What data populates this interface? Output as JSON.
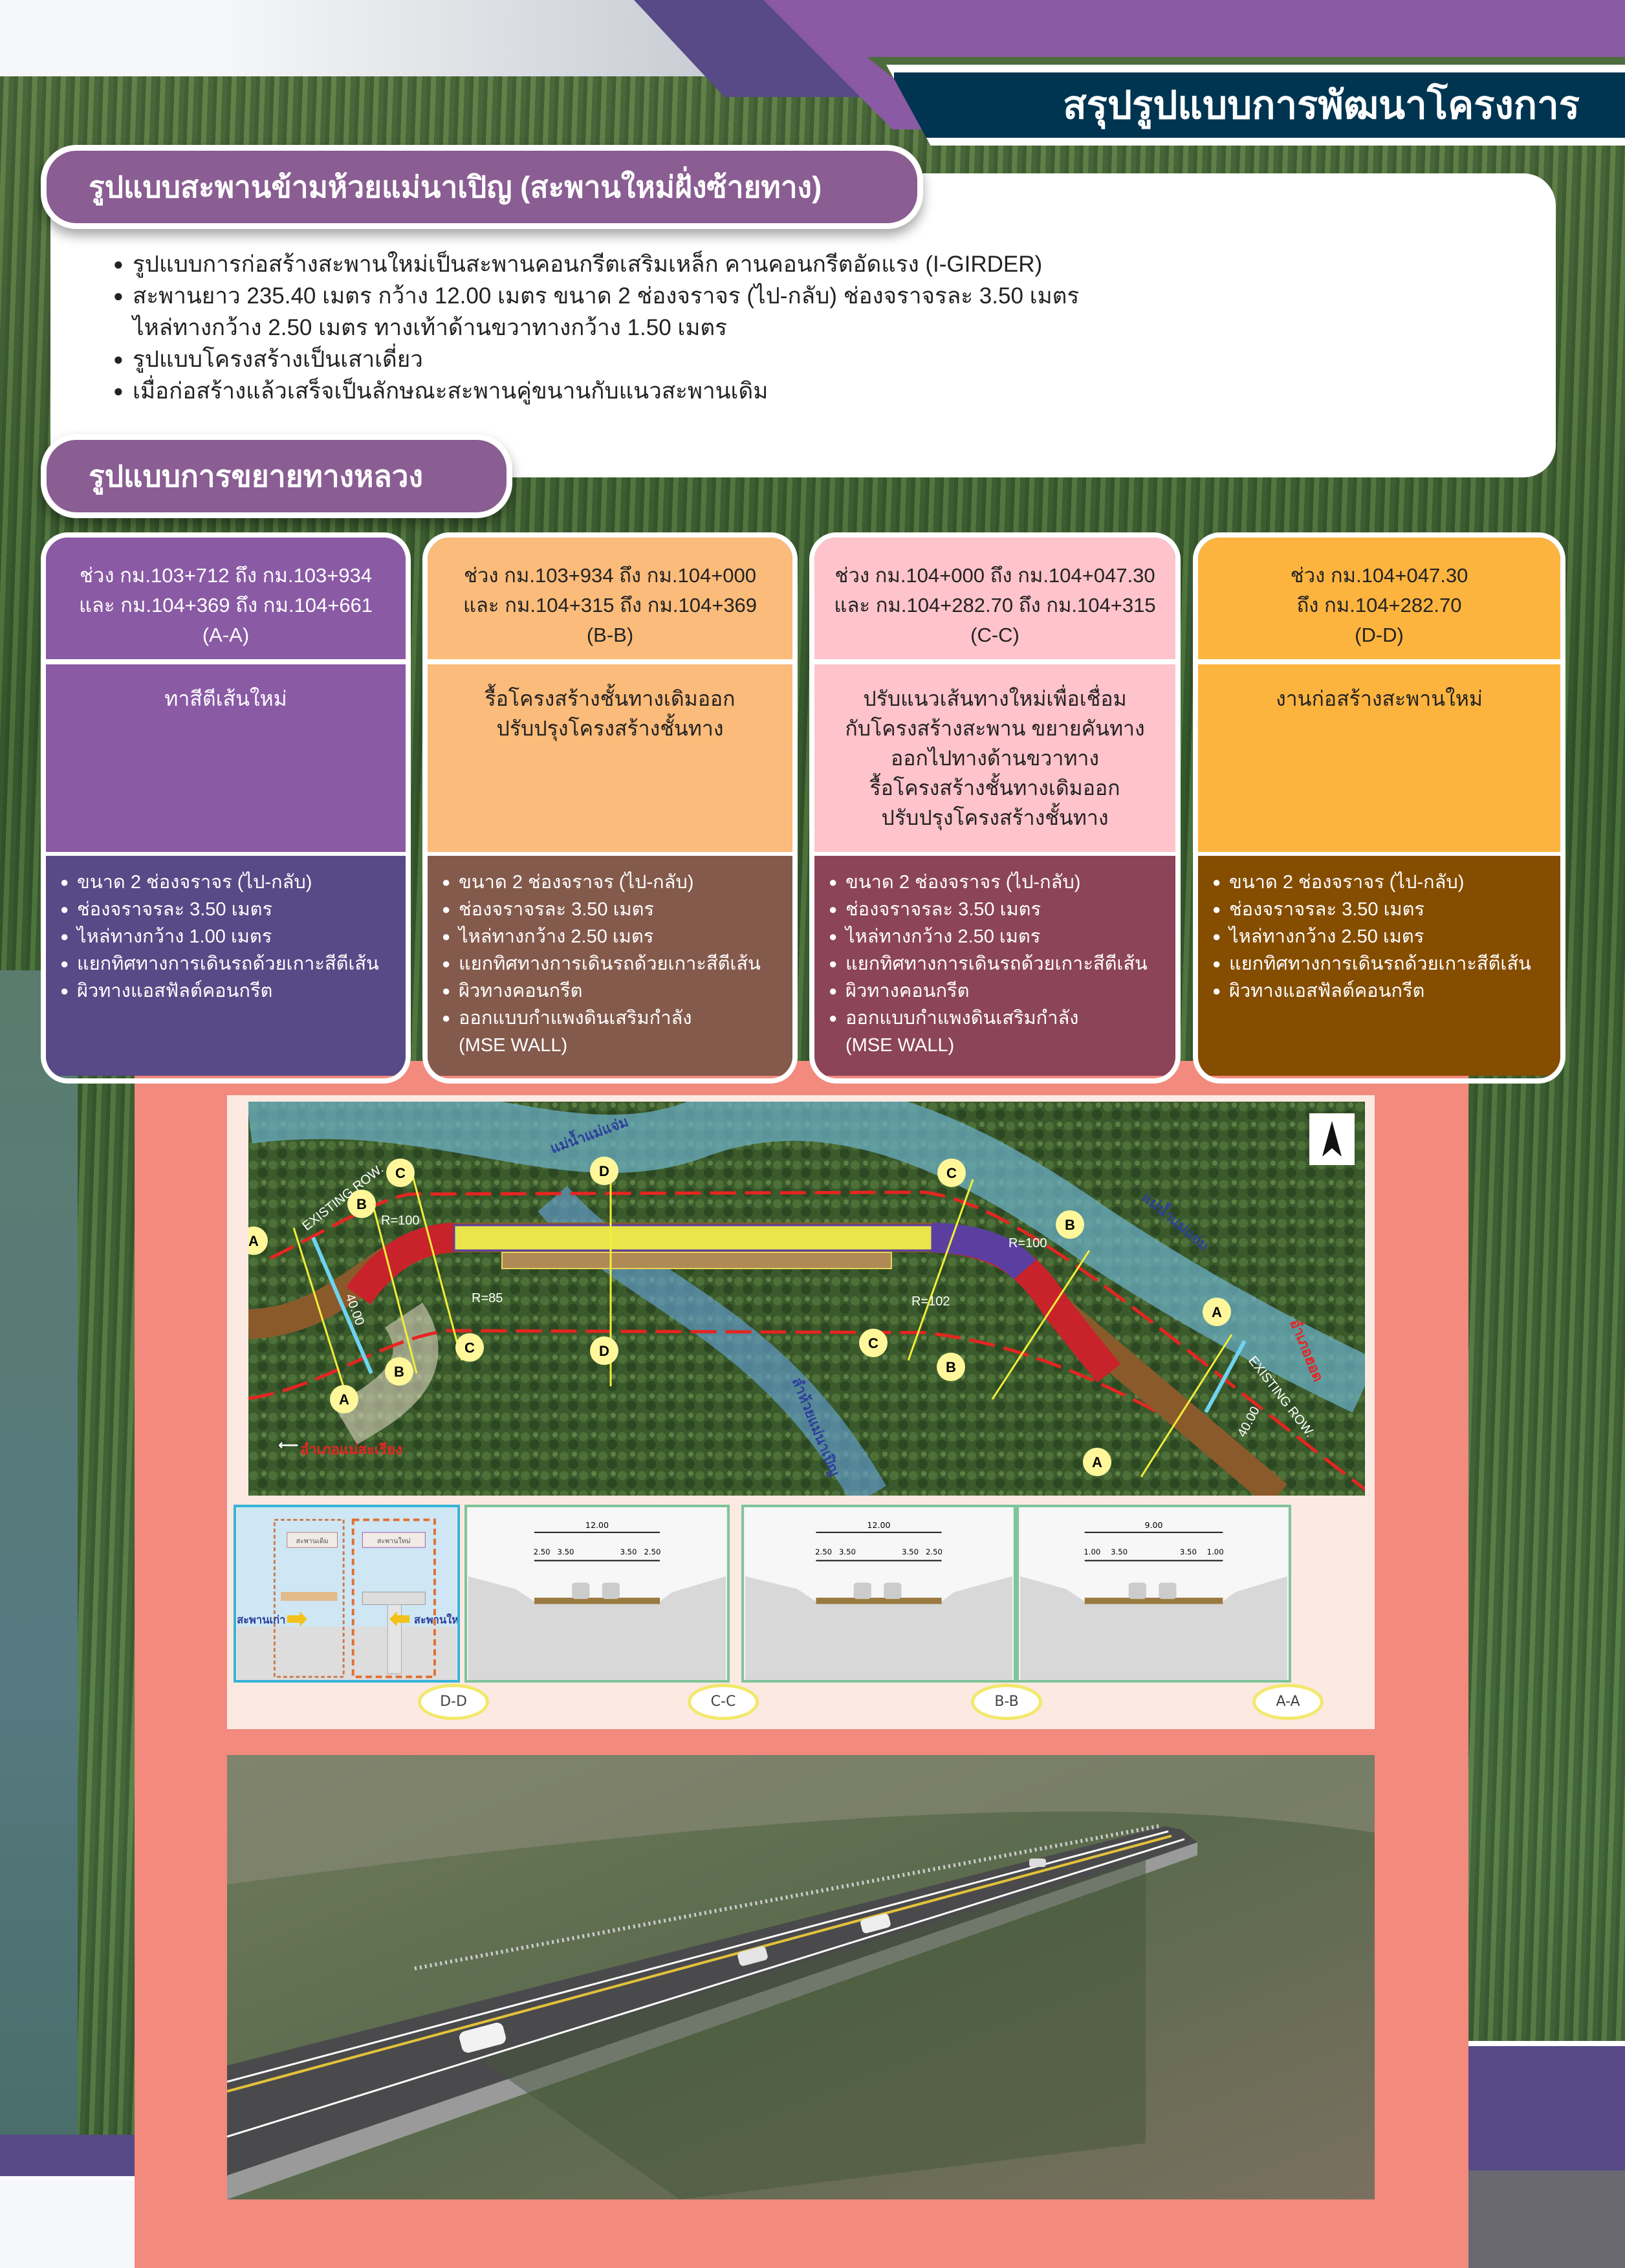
{
  "header": {
    "title": "สรุปรูปแบบการพัฒนาโครงการ"
  },
  "bridge_section": {
    "title": "รูปแบบสะพานข้ามห้วยแม่นาเปิญ (สะพานใหม่ฝั่งซ้ายทาง)",
    "bullets": [
      "รูปแบบการก่อสร้างสะพานใหม่เป็นสะพานคอนกรีตเสริมเหล็ก คานคอนกรีตอัดแรง (I-GIRDER)",
      "สะพานยาว 235.40 เมตร กว้าง 12.00 เมตร ขนาด 2 ช่องจราจร (ไป-กลับ) ช่องจราจรละ 3.50 เมตร",
      "ไหล่ทางกว้าง 2.50 เมตร ทางเท้าด้านขวาทางกว้าง 1.50 เมตร",
      "รูปแบบโครงสร้างเป็นเสาเดี่ยว",
      "เมื่อก่อสร้างแล้วเสร็จเป็นลักษณะสะพานคู่ขนานกับแนวสะพานเดิม"
    ]
  },
  "highway_section": {
    "title": "รูปแบบการขยายทางหลวง",
    "columns": [
      {
        "range": [
          "ช่วง กม.103+712 ถึง กม.103+934",
          "และ กม.104+369 ถึง กม.104+661",
          "(A-A)"
        ],
        "work": [
          "ทาสีตีเส้นใหม่"
        ],
        "specs": [
          "ขนาด 2 ช่องจราจร (ไป-กลับ)",
          "ช่องจราจรละ 3.50 เมตร",
          "ไหล่ทางกว้าง 1.00 เมตร",
          "แยกทิศทางการเดินรถด้วยเกาะสีตีเส้น",
          "ผิวทางแอสฟัลต์คอนกรีต"
        ]
      },
      {
        "range": [
          "ช่วง กม.103+934 ถึง กม.104+000",
          "และ กม.104+315 ถึง กม.104+369",
          "(B-B)"
        ],
        "work": [
          "รื้อโครงสร้างชั้นทางเดิมออก",
          "ปรับปรุงโครงสร้างชั้นทาง"
        ],
        "specs": [
          "ขนาด 2 ช่องจราจร (ไป-กลับ)",
          "ช่องจราจรละ 3.50 เมตร",
          "ไหล่ทางกว้าง 2.50 เมตร",
          "แยกทิศทางการเดินรถด้วยเกาะสีตีเส้น",
          "ผิวทางคอนกรีต",
          "ออกแบบกำแพงดินเสริมกำลัง",
          "(MSE WALL)"
        ]
      },
      {
        "range": [
          "ช่วง กม.104+000 ถึง กม.104+047.30",
          "และ กม.104+282.70 ถึง กม.104+315",
          "(C-C)"
        ],
        "work": [
          "ปรับแนวเส้นทางใหม่เพื่อเชื่อม",
          "กับโครงสร้างสะพาน ขยายคันทาง",
          "ออกไปทางด้านขวาทาง",
          "รื้อโครงสร้างชั้นทางเดิมออก",
          "ปรับปรุงโครงสร้างชั้นทาง"
        ],
        "specs": [
          "ขนาด 2 ช่องจราจร (ไป-กลับ)",
          "ช่องจราจรละ 3.50 เมตร",
          "ไหล่ทางกว้าง 2.50 เมตร",
          "แยกทิศทางการเดินรถด้วยเกาะสีตีเส้น",
          "ผิวทางคอนกรีต",
          "ออกแบบกำแพงดินเสริมกำลัง",
          "(MSE WALL)"
        ]
      },
      {
        "range": [
          "ช่วง กม.104+047.30",
          "ถึง กม.104+282.70",
          "(D-D)"
        ],
        "work": [
          "งานก่อสร้างสะพานใหม่"
        ],
        "specs": [
          "ขนาด 2 ช่องจราจร (ไป-กลับ)",
          "ช่องจราจรละ 3.50 เมตร",
          "ไหล่ทางกว้าง 2.50 เมตร",
          "แยกทิศทางการเดินรถด้วยเกาะสีตีเส้น",
          "ผิวทางแอสฟัลต์คอนกรีต"
        ]
      }
    ]
  },
  "map": {
    "river_main": "แม่น้ำแม่แจ่ม",
    "stream": "ลำห้วยแม่นาเปิญ",
    "to_left": "อำเภอแม่สะเรียง",
    "to_right": "อำเภอฮอด",
    "existing_row": "EXISTING ROW.",
    "r100": "R=100",
    "r85": "R=85",
    "r102": "R=102",
    "width40": "40.00",
    "markers": {
      "A": "A",
      "B": "B",
      "C": "C",
      "D": "D"
    }
  },
  "sections": {
    "labels": [
      "D-D",
      "C-C",
      "B-B",
      "A-A"
    ],
    "dd": {
      "old": "สะพานเก่า",
      "new": "สะพานใหม่",
      "old_tag": "สะพานเดิม",
      "new_tag": "สะพานใหม่"
    },
    "cc": {
      "total": "12.00",
      "parts": [
        "2.50",
        "3.50",
        "3.50",
        "2.50"
      ]
    },
    "bb": {
      "total": "12.00",
      "parts": [
        "2.50",
        "3.50",
        "3.50",
        "2.50"
      ]
    },
    "aa": {
      "total": "9.00",
      "parts": [
        "1.00",
        "3.50",
        "3.50",
        "1.00"
      ]
    }
  },
  "colors": {
    "purple": "#8a5aa5",
    "navy": "#003552",
    "salmon": "#f28a7e"
  }
}
